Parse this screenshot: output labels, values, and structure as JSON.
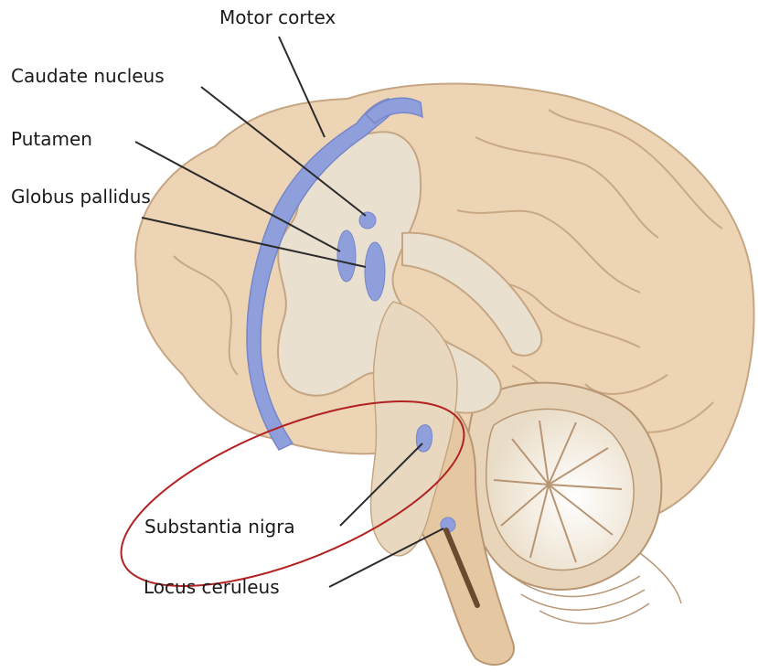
{
  "labels": {
    "motor_cortex": "Motor cortex",
    "caudate_nucleus": "Caudate nucleus",
    "putamen": "Putamen",
    "globus_pallidus": "Globus pallidus",
    "substantia_nigra": "Substantia nigra",
    "locus_ceruleus": "Locus ceruleus"
  },
  "colors": {
    "brain_tissue": "#ecd4b4",
    "brain_shadow": "#d9ba94",
    "inner_section": "#e9e0d0",
    "highlight_blue": "#8f9fdc",
    "leader_line": "#2b2b2b",
    "ellipse_marker": "#b22222",
    "locus_tract": "#6b4a30"
  }
}
